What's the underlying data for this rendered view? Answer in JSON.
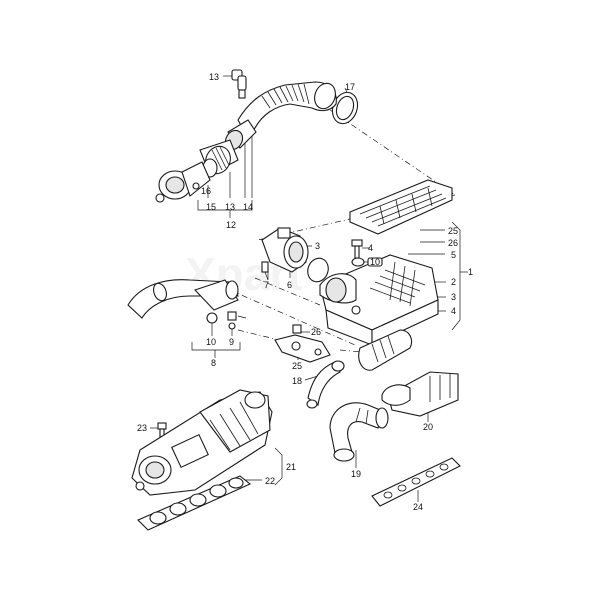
{
  "watermark": "Xpart",
  "callouts": {
    "c13a": "13",
    "c17": "17",
    "c16": "16",
    "c15": "15",
    "c13b": "13",
    "c14": "14",
    "c12": "12",
    "c25a": "25",
    "c26a": "26",
    "c5": "5",
    "c3": "3",
    "c4": "4",
    "c10a": "10",
    "c7": "7",
    "c6": "6",
    "c1": "1",
    "c2": "2",
    "c3b": "3",
    "c4b": "4",
    "c10b": "10",
    "c9": "9",
    "c8": "8",
    "c26b": "26",
    "c25b": "25",
    "c18": "18",
    "c20": "20",
    "c23": "23",
    "c19": "19",
    "c21": "21",
    "c22": "22",
    "c24": "24"
  }
}
